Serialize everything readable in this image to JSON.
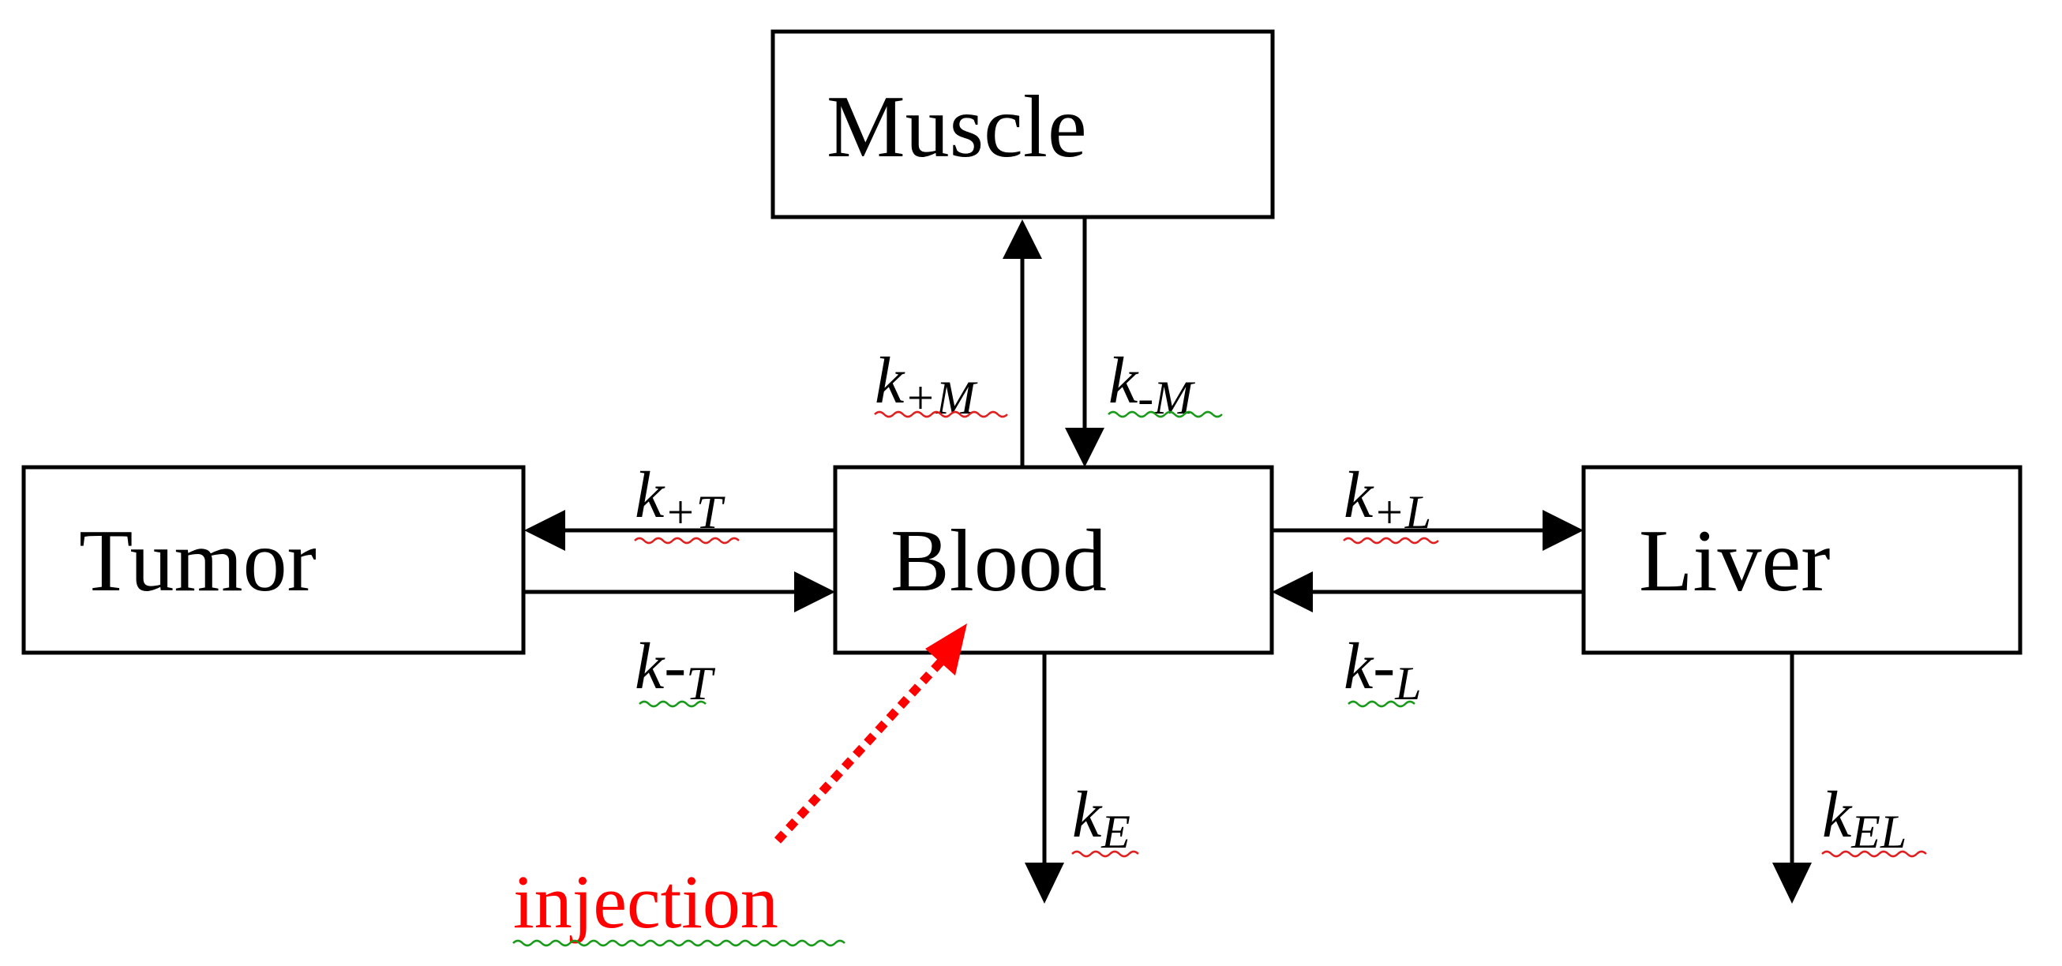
{
  "compartments": {
    "muscle": "Muscle",
    "tumor": "Tumor",
    "blood": "Blood",
    "liver": "Liver"
  },
  "rates": {
    "k_plus_M": {
      "base": "k",
      "sub": "+M"
    },
    "k_minus_M": {
      "base": "k",
      "sub": "-M"
    },
    "k_plus_T": {
      "base": "k",
      "sub": "+T"
    },
    "k_minus_T": {
      "base": "k-",
      "sub": "T"
    },
    "k_plus_L": {
      "base": "k",
      "sub": "+L"
    },
    "k_minus_L": {
      "base": "k-",
      "sub": "L"
    },
    "k_E": {
      "base": "k",
      "sub": "E"
    },
    "k_EL": {
      "base": "k",
      "sub": "EL"
    }
  },
  "injection": {
    "label": "injection",
    "color": "#ff0000"
  },
  "colors": {
    "stroke": "#000000",
    "spellcheck_red": "#e02020",
    "spellcheck_green": "#1a9a1a"
  }
}
